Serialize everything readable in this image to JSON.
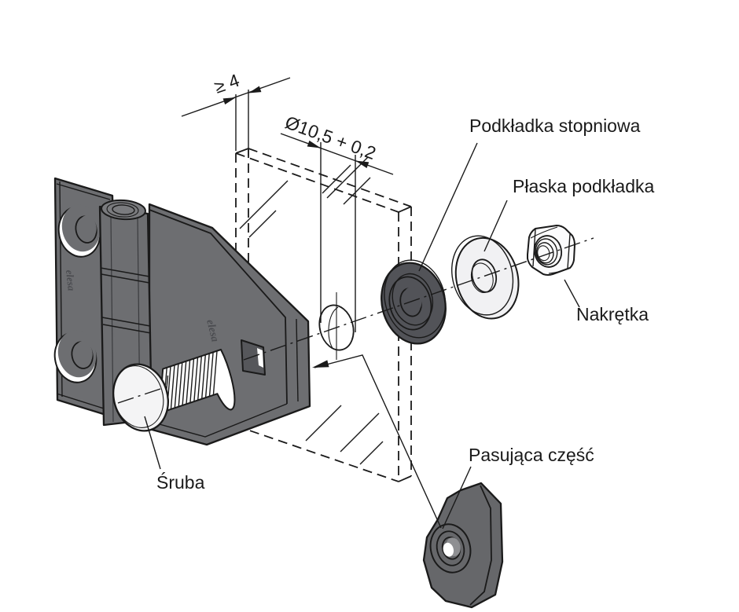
{
  "figure": {
    "background": "#ffffff",
    "ink": "#1a1a1a",
    "labels": {
      "stepped_washer": "Podkładka stopniowa",
      "flat_washer": "Płaska podkładka",
      "nut": "Nakrętka",
      "screw": "Śruba",
      "mating_part": "Pasująca część"
    },
    "dimensions": {
      "min_panel_thickness": "≥ 4",
      "hole_diameter": "Ø10,5 + 0,2"
    },
    "brand_marks": {
      "hinge_wing": "elesa",
      "hinge_plate": "elesa"
    },
    "colors": {
      "hinge_body": "#6d6e71",
      "hinge_cap": "#7a7b7e",
      "hinge_pin_hole": "#3f4043",
      "square_hole": "#56575b",
      "stepped_washer": "#525358",
      "flat_washer": "#f1f1f3",
      "nut": "#fbfbfc",
      "mating_part": "#66676a",
      "screw_head": "#f4f4f5",
      "white": "#ffffff"
    }
  }
}
